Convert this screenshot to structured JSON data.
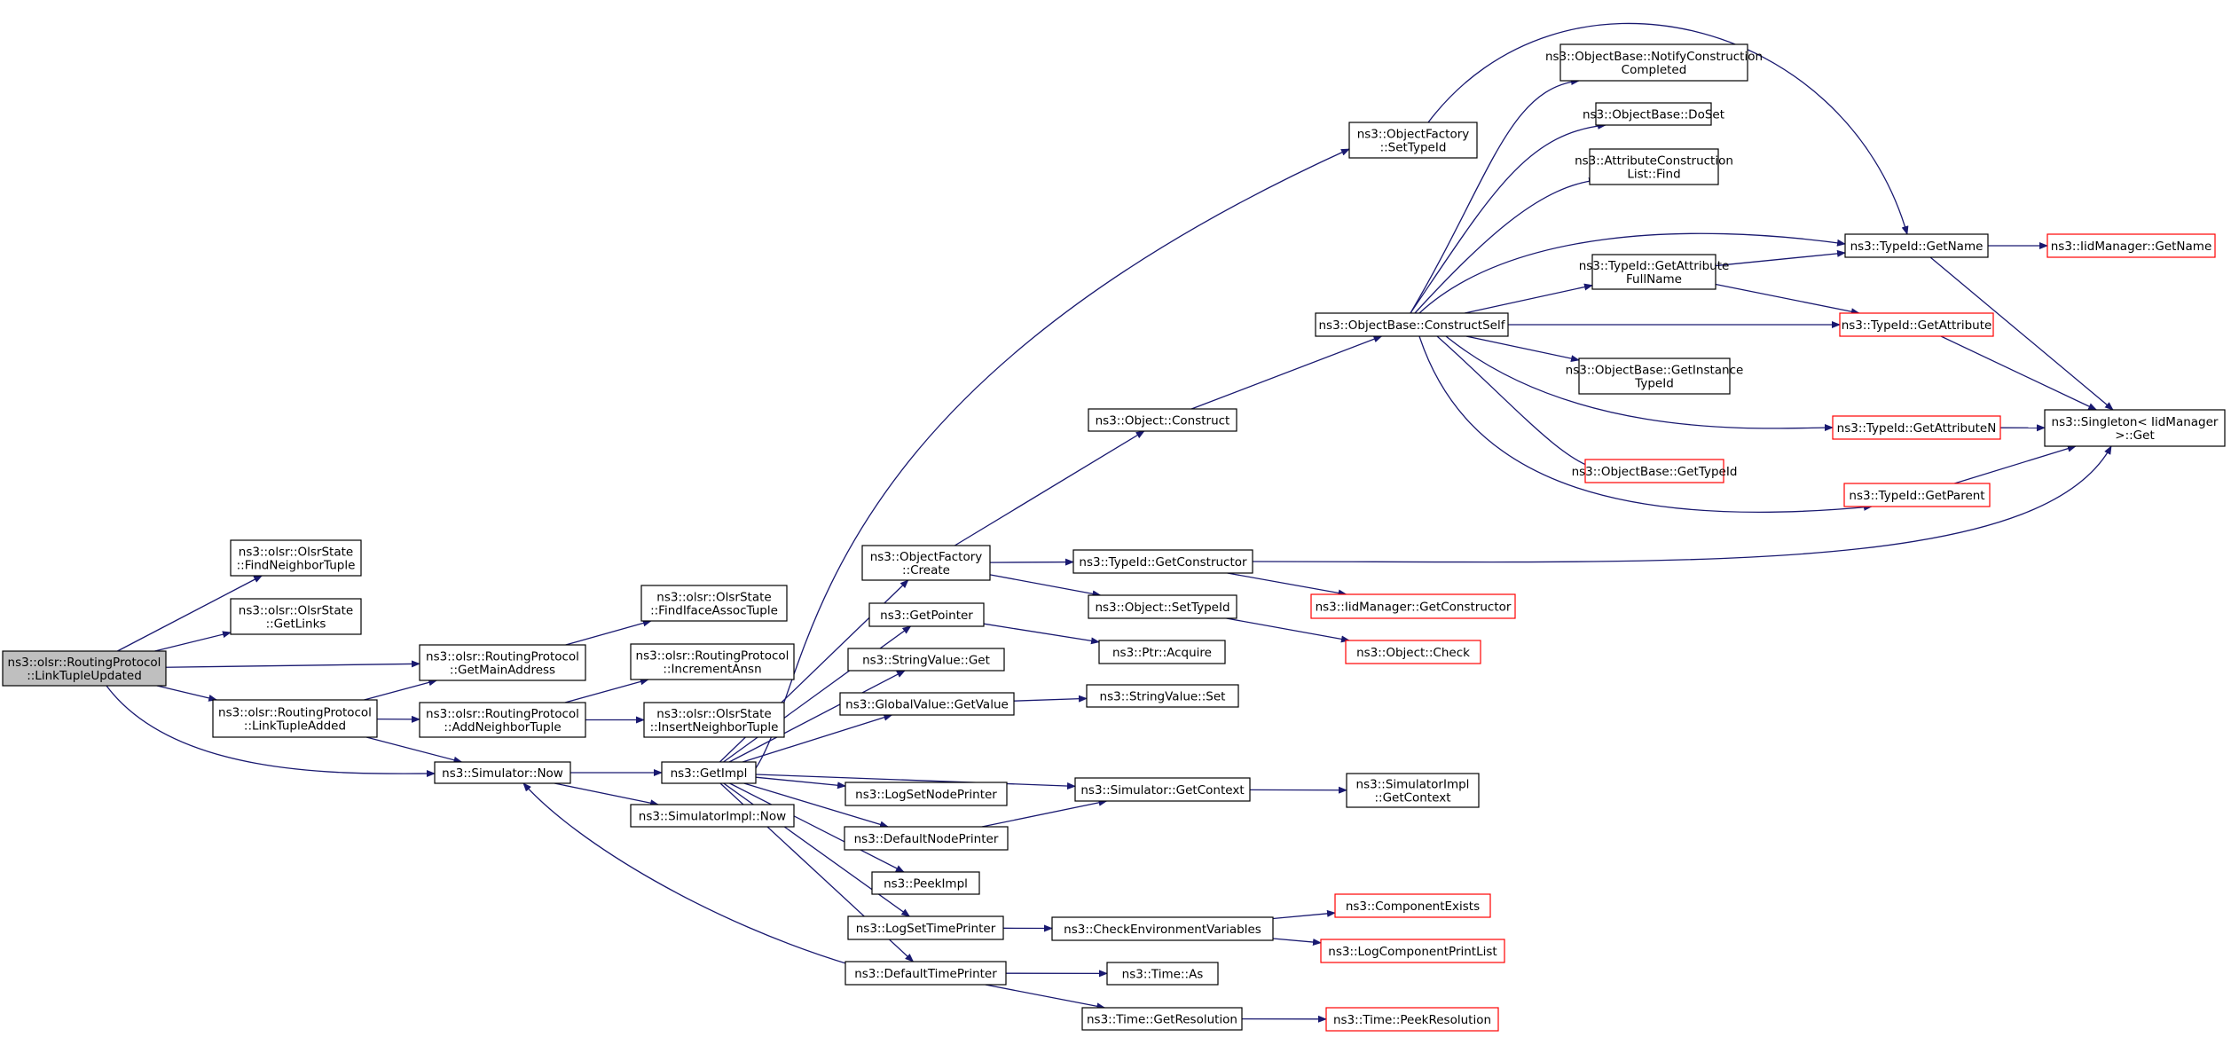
{
  "colors": {
    "edge": "#191970",
    "node_border": "#000000",
    "node_border_truncated": "#ff0000",
    "root_fill": "#bfbfbf",
    "node_fill": "#ffffff"
  },
  "nodes": [
    {
      "id": "root",
      "lines": [
        "ns3::olsr::RoutingProtocol",
        "::LinkTupleUpdated"
      ],
      "root": true
    },
    {
      "id": "findNeighborTuple",
      "lines": [
        "ns3::olsr::OlsrState",
        "::FindNeighborTuple"
      ]
    },
    {
      "id": "getLinks",
      "lines": [
        "ns3::olsr::OlsrState",
        "::GetLinks"
      ]
    },
    {
      "id": "getMainAddress",
      "lines": [
        "ns3::olsr::RoutingProtocol",
        "::GetMainAddress"
      ]
    },
    {
      "id": "linkTupleAdded",
      "lines": [
        "ns3::olsr::RoutingProtocol",
        "::LinkTupleAdded"
      ]
    },
    {
      "id": "findIfaceAssocTuple",
      "lines": [
        "ns3::olsr::OlsrState",
        "::FindIfaceAssocTuple"
      ]
    },
    {
      "id": "incrementAnsn",
      "lines": [
        "ns3::olsr::RoutingProtocol",
        "::IncrementAnsn"
      ]
    },
    {
      "id": "addNeighborTuple",
      "lines": [
        "ns3::olsr::RoutingProtocol",
        "::AddNeighborTuple"
      ]
    },
    {
      "id": "insertNeighborTuple",
      "lines": [
        "ns3::olsr::OlsrState",
        "::InsertNeighborTuple"
      ]
    },
    {
      "id": "simulatorNow",
      "lines": [
        "ns3::Simulator::Now"
      ]
    },
    {
      "id": "simulatorImplNow",
      "lines": [
        "ns3::SimulatorImpl::Now"
      ]
    },
    {
      "id": "getImpl",
      "lines": [
        "ns3::GetImpl"
      ]
    },
    {
      "id": "objectFactoryCreate",
      "lines": [
        "ns3::ObjectFactory",
        "::Create"
      ]
    },
    {
      "id": "getPointer",
      "lines": [
        "ns3::GetPointer"
      ]
    },
    {
      "id": "stringValueGet",
      "lines": [
        "ns3::StringValue::Get"
      ]
    },
    {
      "id": "globalValueGetValue",
      "lines": [
        "ns3::GlobalValue::GetValue"
      ]
    },
    {
      "id": "logSetNodePrinter",
      "lines": [
        "ns3::LogSetNodePrinter"
      ]
    },
    {
      "id": "defaultNodePrinter",
      "lines": [
        "ns3::DefaultNodePrinter"
      ]
    },
    {
      "id": "peekImpl",
      "lines": [
        "ns3::PeekImpl"
      ]
    },
    {
      "id": "logSetTimePrinter",
      "lines": [
        "ns3::LogSetTimePrinter"
      ]
    },
    {
      "id": "defaultTimePrinter",
      "lines": [
        "ns3::DefaultTimePrinter"
      ]
    },
    {
      "id": "objectFactorySetTypeId",
      "lines": [
        "ns3::ObjectFactory",
        "::SetTypeId"
      ]
    },
    {
      "id": "objectConstruct",
      "lines": [
        "ns3::Object::Construct"
      ]
    },
    {
      "id": "typeIdGetConstructor",
      "lines": [
        "ns3::TypeId::GetConstructor"
      ]
    },
    {
      "id": "objectSetTypeId",
      "lines": [
        "ns3::Object::SetTypeId"
      ]
    },
    {
      "id": "ptrAcquire",
      "lines": [
        "ns3::Ptr::Acquire"
      ]
    },
    {
      "id": "stringValueSet",
      "lines": [
        "ns3::StringValue::Set"
      ]
    },
    {
      "id": "simulatorGetContext",
      "lines": [
        "ns3::Simulator::GetContext"
      ]
    },
    {
      "id": "checkEnvironmentVariables",
      "lines": [
        "ns3::CheckEnvironmentVariables"
      ]
    },
    {
      "id": "timeAs",
      "lines": [
        "ns3::Time::As"
      ]
    },
    {
      "id": "timeGetResolution",
      "lines": [
        "ns3::Time::GetResolution"
      ]
    },
    {
      "id": "objectBaseConstructSelf",
      "lines": [
        "ns3::ObjectBase::ConstructSelf"
      ]
    },
    {
      "id": "iidManagerGetConstructor",
      "lines": [
        "ns3::IidManager::GetConstructor"
      ],
      "truncated": true
    },
    {
      "id": "objectCheck",
      "lines": [
        "ns3::Object::Check"
      ],
      "truncated": true
    },
    {
      "id": "simulatorImplGetContext",
      "lines": [
        "ns3::SimulatorImpl",
        "::GetContext"
      ]
    },
    {
      "id": "componentExists",
      "lines": [
        "ns3::ComponentExists"
      ],
      "truncated": true
    },
    {
      "id": "logComponentPrintList",
      "lines": [
        "ns3::LogComponentPrintList"
      ],
      "truncated": true
    },
    {
      "id": "timePeekResolution",
      "lines": [
        "ns3::Time::PeekResolution"
      ],
      "truncated": true
    },
    {
      "id": "notifyConstructionCompleted",
      "lines": [
        "ns3::ObjectBase::NotifyConstruction",
        "Completed"
      ]
    },
    {
      "id": "objectBaseDoSet",
      "lines": [
        "ns3::ObjectBase::DoSet"
      ]
    },
    {
      "id": "attributeConstructionListFind",
      "lines": [
        "ns3::AttributeConstruction",
        "List::Find"
      ]
    },
    {
      "id": "typeIdGetAttributeFullName",
      "lines": [
        "ns3::TypeId::GetAttribute",
        "FullName"
      ]
    },
    {
      "id": "getInstanceTypeId",
      "lines": [
        "ns3::ObjectBase::GetInstance",
        "TypeId"
      ]
    },
    {
      "id": "objectBaseGetTypeId",
      "lines": [
        "ns3::ObjectBase::GetTypeId"
      ],
      "truncated": true
    },
    {
      "id": "typeIdGetName",
      "lines": [
        "ns3::TypeId::GetName"
      ]
    },
    {
      "id": "typeIdGetAttribute",
      "lines": [
        "ns3::TypeId::GetAttribute"
      ],
      "truncated": true
    },
    {
      "id": "typeIdGetAttributeN",
      "lines": [
        "ns3::TypeId::GetAttributeN"
      ],
      "truncated": true
    },
    {
      "id": "typeIdGetParent",
      "lines": [
        "ns3::TypeId::GetParent"
      ],
      "truncated": true
    },
    {
      "id": "iidManagerGetName",
      "lines": [
        "ns3::IidManager::GetName"
      ],
      "truncated": true
    },
    {
      "id": "singletonGet",
      "lines": [
        "ns3::Singleton< IidManager",
        " >::Get"
      ]
    }
  ],
  "edges": [
    [
      "root",
      "findNeighborTuple"
    ],
    [
      "root",
      "getLinks"
    ],
    [
      "root",
      "getMainAddress"
    ],
    [
      "root",
      "linkTupleAdded"
    ],
    [
      "root",
      "simulatorNow"
    ],
    [
      "linkTupleAdded",
      "getMainAddress"
    ],
    [
      "linkTupleAdded",
      "addNeighborTuple"
    ],
    [
      "linkTupleAdded",
      "simulatorNow"
    ],
    [
      "getMainAddress",
      "findIfaceAssocTuple"
    ],
    [
      "addNeighborTuple",
      "incrementAnsn"
    ],
    [
      "addNeighborTuple",
      "insertNeighborTuple"
    ],
    [
      "simulatorNow",
      "getImpl"
    ],
    [
      "simulatorNow",
      "simulatorImplNow"
    ],
    [
      "getImpl",
      "objectFactoryCreate"
    ],
    [
      "getImpl",
      "objectFactorySetTypeId"
    ],
    [
      "getImpl",
      "getPointer"
    ],
    [
      "getImpl",
      "stringValueGet"
    ],
    [
      "getImpl",
      "globalValueGetValue"
    ],
    [
      "getImpl",
      "simulatorGetContext"
    ],
    [
      "getImpl",
      "logSetNodePrinter"
    ],
    [
      "getImpl",
      "defaultNodePrinter"
    ],
    [
      "getImpl",
      "peekImpl"
    ],
    [
      "getImpl",
      "logSetTimePrinter"
    ],
    [
      "getImpl",
      "defaultTimePrinter"
    ],
    [
      "defaultTimePrinter",
      "simulatorNow"
    ],
    [
      "objectFactoryCreate",
      "objectConstruct"
    ],
    [
      "objectFactoryCreate",
      "typeIdGetConstructor"
    ],
    [
      "objectFactoryCreate",
      "objectSetTypeId"
    ],
    [
      "objectFactorySetTypeId",
      "typeIdGetName"
    ],
    [
      "objectConstruct",
      "objectBaseConstructSelf"
    ],
    [
      "typeIdGetConstructor",
      "iidManagerGetConstructor"
    ],
    [
      "typeIdGetConstructor",
      "singletonGet"
    ],
    [
      "objectSetTypeId",
      "objectCheck"
    ],
    [
      "getPointer",
      "ptrAcquire"
    ],
    [
      "globalValueGetValue",
      "stringValueSet"
    ],
    [
      "defaultNodePrinter",
      "simulatorGetContext"
    ],
    [
      "simulatorGetContext",
      "simulatorImplGetContext"
    ],
    [
      "logSetTimePrinter",
      "checkEnvironmentVariables"
    ],
    [
      "checkEnvironmentVariables",
      "componentExists"
    ],
    [
      "checkEnvironmentVariables",
      "logComponentPrintList"
    ],
    [
      "defaultTimePrinter",
      "timeAs"
    ],
    [
      "defaultTimePrinter",
      "timeGetResolution"
    ],
    [
      "timeGetResolution",
      "timePeekResolution"
    ],
    [
      "objectBaseConstructSelf",
      "notifyConstructionCompleted"
    ],
    [
      "objectBaseConstructSelf",
      "objectBaseDoSet"
    ],
    [
      "objectBaseConstructSelf",
      "attributeConstructionListFind"
    ],
    [
      "objectBaseConstructSelf",
      "typeIdGetName"
    ],
    [
      "objectBaseConstructSelf",
      "typeIdGetAttributeFullName"
    ],
    [
      "objectBaseConstructSelf",
      "typeIdGetAttribute"
    ],
    [
      "objectBaseConstructSelf",
      "getInstanceTypeId"
    ],
    [
      "objectBaseConstructSelf",
      "typeIdGetAttributeN"
    ],
    [
      "objectBaseConstructSelf",
      "objectBaseGetTypeId"
    ],
    [
      "objectBaseConstructSelf",
      "typeIdGetParent"
    ],
    [
      "typeIdGetAttributeFullName",
      "typeIdGetName"
    ],
    [
      "typeIdGetAttributeFullName",
      "typeIdGetAttribute"
    ],
    [
      "typeIdGetName",
      "iidManagerGetName"
    ],
    [
      "typeIdGetName",
      "singletonGet"
    ],
    [
      "typeIdGetAttribute",
      "singletonGet"
    ],
    [
      "typeIdGetAttributeN",
      "singletonGet"
    ],
    [
      "typeIdGetParent",
      "singletonGet"
    ]
  ]
}
